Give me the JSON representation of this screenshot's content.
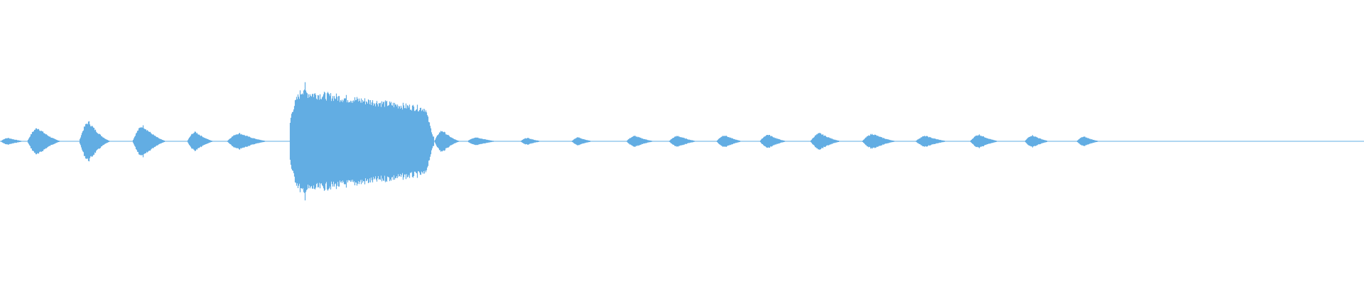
{
  "waveform": {
    "color": "#62ade3",
    "background": "#ffffff",
    "events": [
      {
        "start": 0.0,
        "end": 0.02,
        "amp": 0.05,
        "type": "blip"
      },
      {
        "start": 0.02,
        "end": 0.046,
        "amp": 0.2,
        "type": "blip"
      },
      {
        "start": 0.058,
        "end": 0.082,
        "amp": 0.29,
        "type": "blip"
      },
      {
        "start": 0.097,
        "end": 0.123,
        "amp": 0.23,
        "type": "blip"
      },
      {
        "start": 0.137,
        "end": 0.158,
        "amp": 0.14,
        "type": "blip"
      },
      {
        "start": 0.166,
        "end": 0.198,
        "amp": 0.12,
        "type": "blip"
      },
      {
        "start": 0.212,
        "end": 0.224,
        "amp": 0.85,
        "type": "attack"
      },
      {
        "start": 0.224,
        "end": 0.318,
        "amp": 0.74,
        "type": "decay"
      },
      {
        "start": 0.318,
        "end": 0.338,
        "amp": 0.16,
        "type": "blip"
      },
      {
        "start": 0.342,
        "end": 0.366,
        "amp": 0.06,
        "type": "blip"
      },
      {
        "start": 0.381,
        "end": 0.399,
        "amp": 0.05,
        "type": "blip"
      },
      {
        "start": 0.419,
        "end": 0.436,
        "amp": 0.06,
        "type": "blip"
      },
      {
        "start": 0.459,
        "end": 0.481,
        "amp": 0.08,
        "type": "blip"
      },
      {
        "start": 0.49,
        "end": 0.513,
        "amp": 0.08,
        "type": "blip"
      },
      {
        "start": 0.525,
        "end": 0.546,
        "amp": 0.09,
        "type": "blip"
      },
      {
        "start": 0.557,
        "end": 0.578,
        "amp": 0.1,
        "type": "blip"
      },
      {
        "start": 0.594,
        "end": 0.618,
        "amp": 0.12,
        "type": "blip"
      },
      {
        "start": 0.632,
        "end": 0.659,
        "amp": 0.11,
        "type": "blip"
      },
      {
        "start": 0.671,
        "end": 0.697,
        "amp": 0.08,
        "type": "blip"
      },
      {
        "start": 0.711,
        "end": 0.734,
        "amp": 0.1,
        "type": "blip"
      },
      {
        "start": 0.751,
        "end": 0.771,
        "amp": 0.09,
        "type": "blip"
      },
      {
        "start": 0.789,
        "end": 0.808,
        "amp": 0.07,
        "type": "blip"
      }
    ]
  }
}
